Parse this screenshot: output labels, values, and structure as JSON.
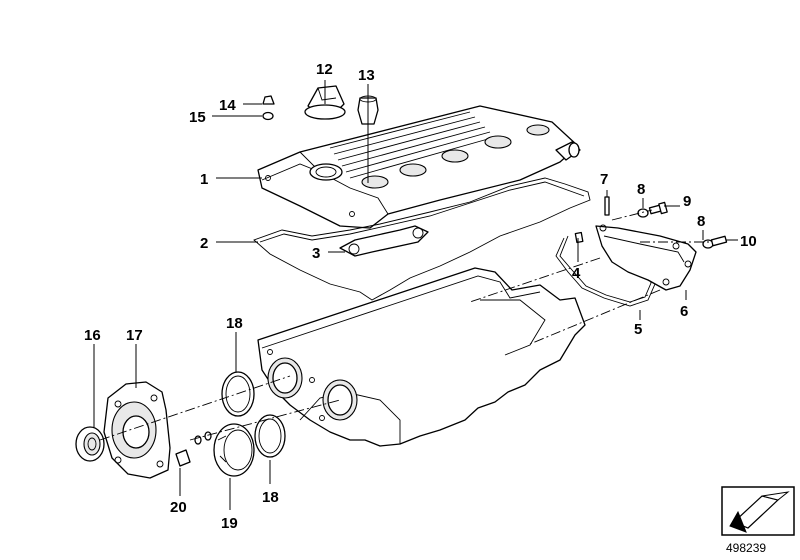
{
  "callouts": [
    {
      "id": "1",
      "label": "1"
    },
    {
      "id": "2",
      "label": "2"
    },
    {
      "id": "3",
      "label": "3"
    },
    {
      "id": "4",
      "label": "4"
    },
    {
      "id": "5",
      "label": "5"
    },
    {
      "id": "6",
      "label": "6"
    },
    {
      "id": "7",
      "label": "7"
    },
    {
      "id": "8a",
      "label": "8"
    },
    {
      "id": "8b",
      "label": "8"
    },
    {
      "id": "9",
      "label": "9"
    },
    {
      "id": "10",
      "label": "10"
    },
    {
      "id": "12",
      "label": "12"
    },
    {
      "id": "13",
      "label": "13"
    },
    {
      "id": "14",
      "label": "14"
    },
    {
      "id": "15",
      "label": "15"
    },
    {
      "id": "16",
      "label": "16"
    },
    {
      "id": "17",
      "label": "17"
    },
    {
      "id": "18a",
      "label": "18"
    },
    {
      "id": "18b",
      "label": "18"
    },
    {
      "id": "19",
      "label": "19"
    },
    {
      "id": "20",
      "label": "20"
    }
  ],
  "document_number": "498239",
  "icons": {
    "corner_badge": "arrow-badge-icon"
  }
}
